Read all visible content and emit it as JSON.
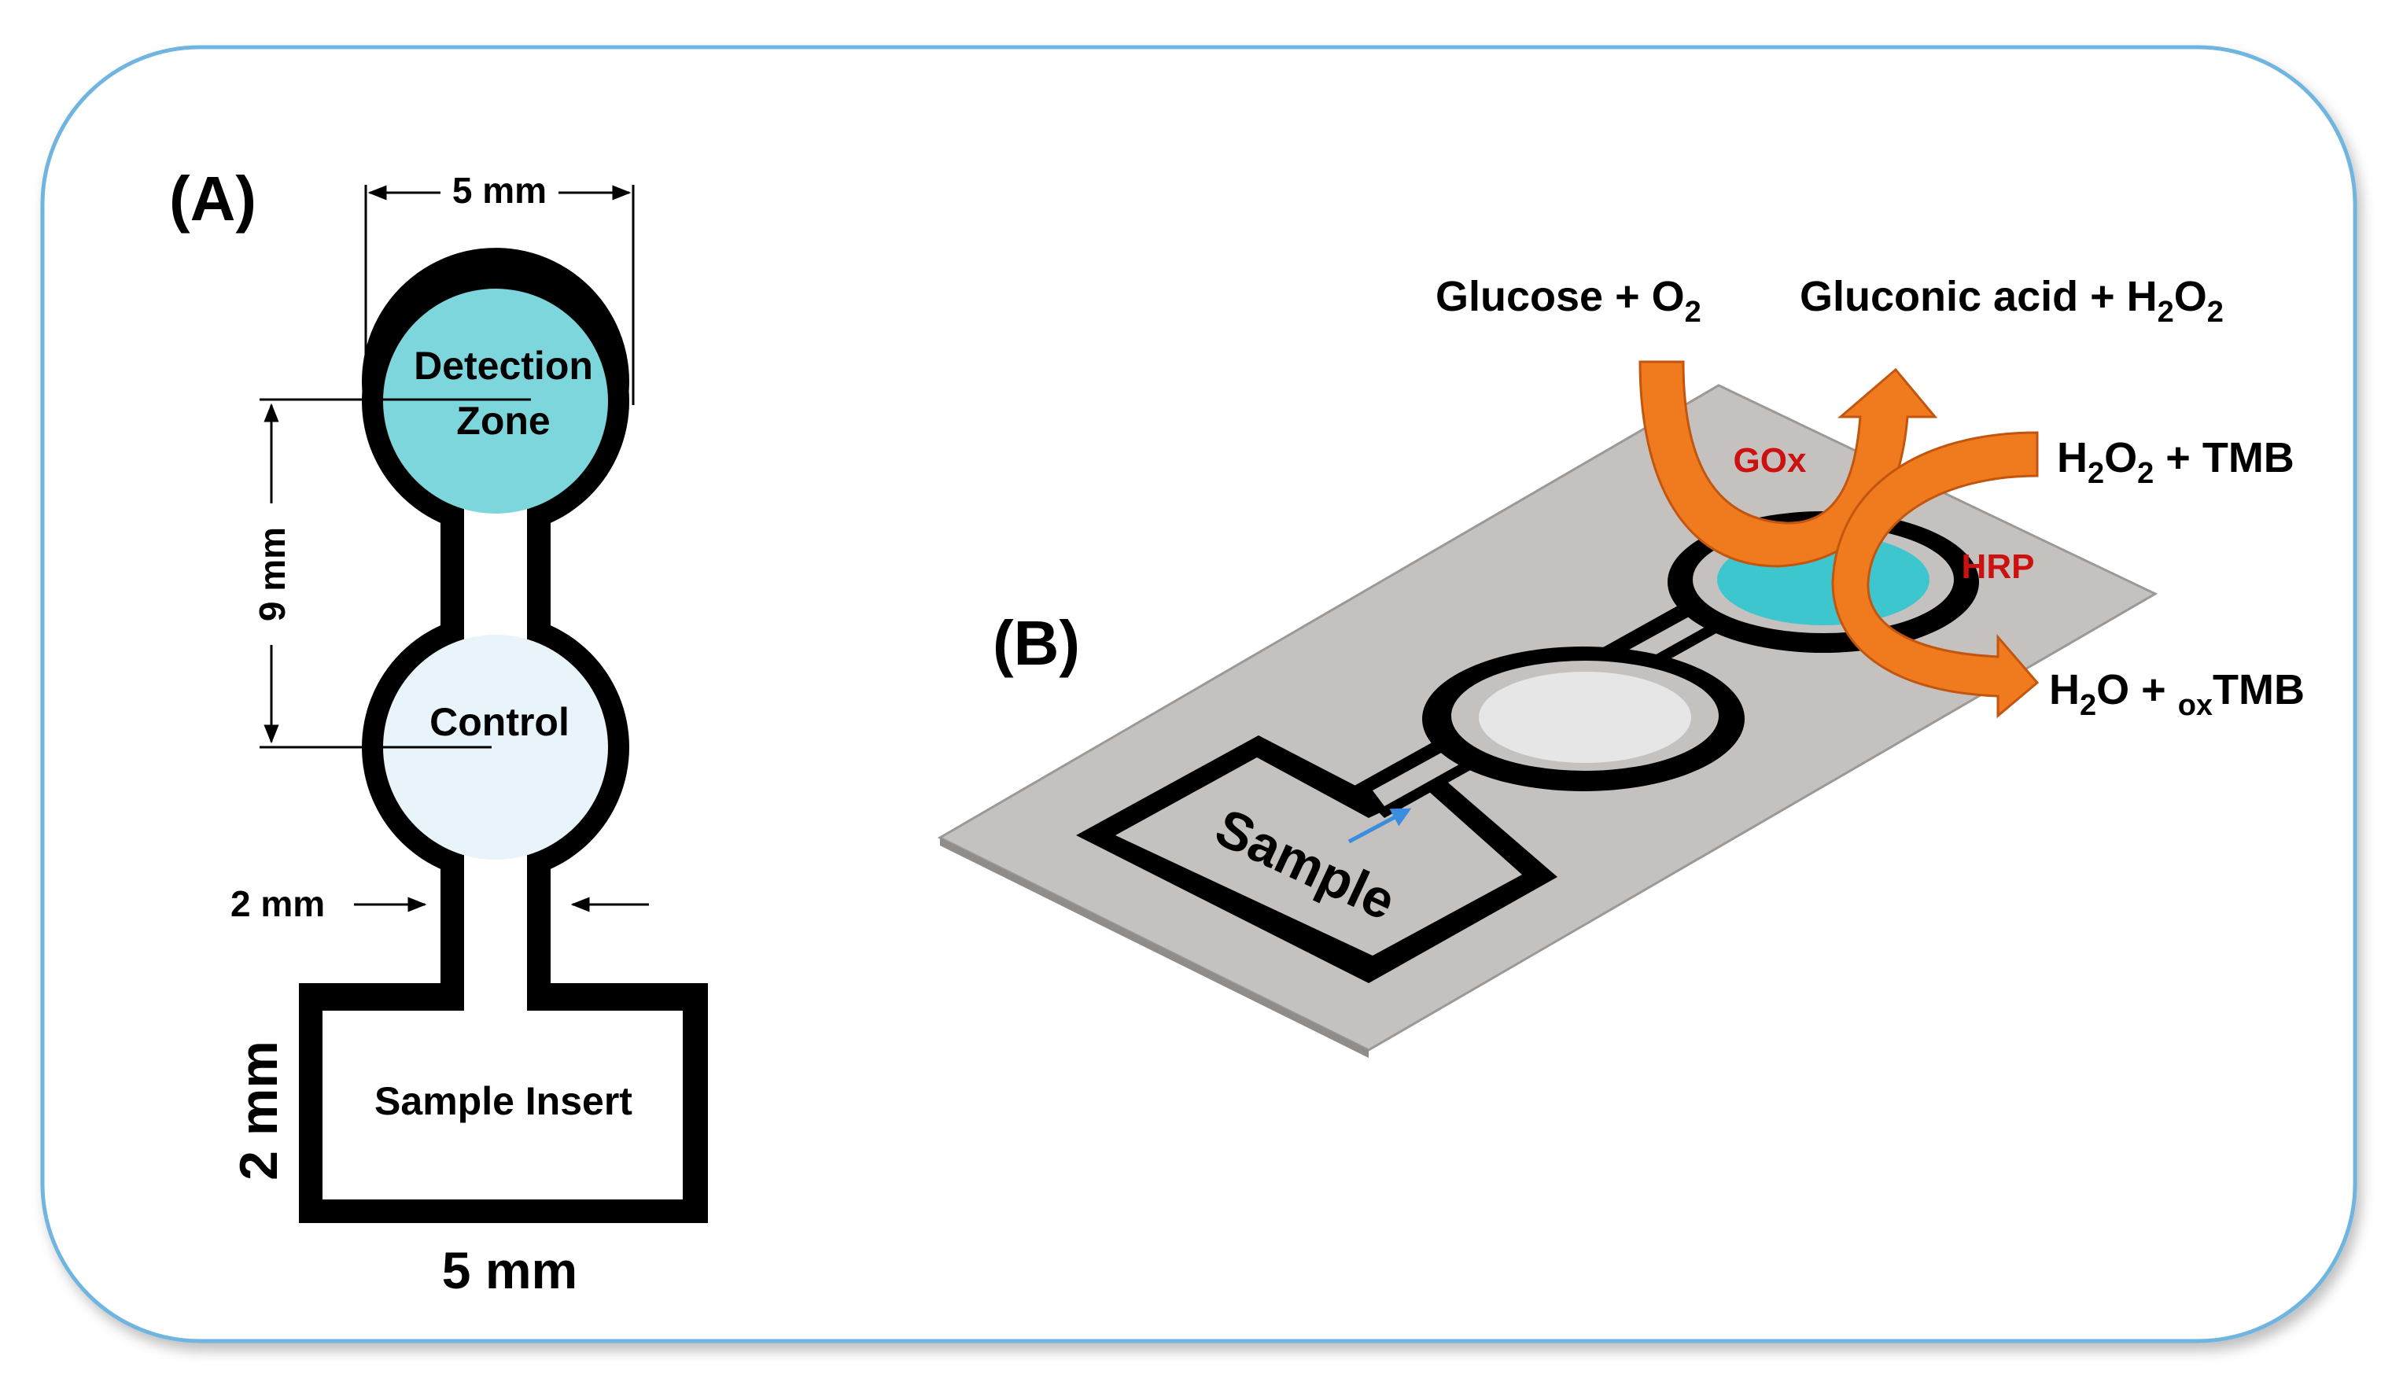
{
  "panel_a": {
    "label": "(A)",
    "dim_width_top": "5 mm",
    "detection_zone_line1": "Detection",
    "detection_zone_line2": "Zone",
    "dim_spacing": "9 mm",
    "control_label": "Control",
    "dim_channel": "2 mm",
    "sample_insert_label": "Sample Insert",
    "dim_insert_height": "2 mm",
    "dim_width_bottom": "5 mm"
  },
  "panel_b": {
    "label": "(B)",
    "sample_label": "Sample",
    "gox_label": "GOx",
    "hrp_label": "HRP",
    "reaction1_reactants": {
      "main": "Glucose + O",
      "sub": "2"
    },
    "reaction1_products": {
      "pre": "Gluconic acid + H",
      "sub1": "2",
      "mid": "O",
      "sub2": "2"
    },
    "reaction2_reactants": {
      "pre": "H",
      "sub1": "2",
      "mid": "O",
      "sub2": "2",
      "post": " + TMB"
    },
    "reaction2_products": {
      "pre": "H",
      "sub1": "2",
      "mid": "O + ",
      "sub2": "ox",
      "post": "TMB"
    }
  },
  "colors": {
    "frame_stroke": "#6fb4e0",
    "detection_zone": "#7dd6dc",
    "control_zone": "#e8f3fa",
    "device_outline": "#000000",
    "paper_sheet": "#c5c1bf",
    "detection_zone_3d": "#3ec6cf",
    "control_zone_3d": "#e6e6e6",
    "arrow_orange": "#f07a1e",
    "arrow_orange_dark": "#d9641a",
    "enzyme_label": "#cc1111",
    "flow_arrow": "#3b8de0"
  }
}
